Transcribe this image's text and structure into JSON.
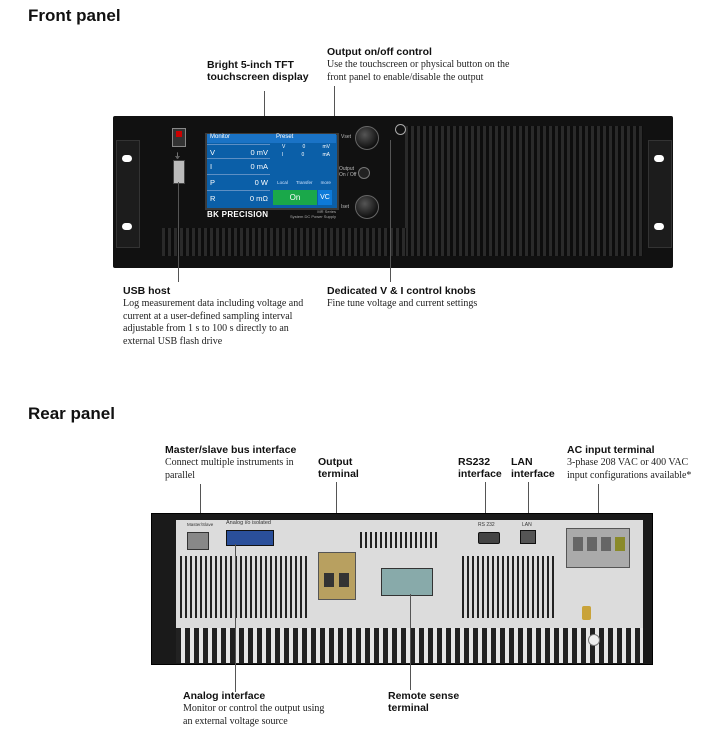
{
  "front": {
    "title": "Front panel",
    "display_label": [
      "Bright 5-inch TFT",
      "touchscreen display"
    ],
    "output_label": "Output on/off control",
    "output_desc": [
      "Use the touchscreen or physical button on the",
      "front panel to enable/disable the output"
    ],
    "usb_label": "USB host",
    "usb_desc": [
      "Log measurement data including voltage and",
      "current at a user-defined sampling interval",
      "adjustable from 1 s to 100 s directly to an",
      "external USB flash drive"
    ],
    "knobs_label": "Dedicated V & I control knobs",
    "knobs_desc": "Fine tune voltage and current settings"
  },
  "screen": {
    "monitor_title": "Monitor",
    "preset_title": "Preset",
    "rows": [
      {
        "k": "V",
        "v": "0 mV"
      },
      {
        "k": "I",
        "v": "0 mA"
      },
      {
        "k": "P",
        "v": "0 W"
      },
      {
        "k": "R",
        "v": "0 mΩ"
      }
    ],
    "preset_v": [
      "V",
      "0",
      "mV"
    ],
    "preset_i": [
      "I",
      "0",
      "mA"
    ],
    "local": "Local",
    "transfer": "Transfer",
    "more": "more",
    "on": "On",
    "vc": "VC",
    "brand": "BK PRECISION",
    "series": [
      "MR Series",
      "System DC Power Supply"
    ],
    "output_onoff": [
      "Output",
      "On / Off"
    ],
    "vset": "Vset",
    "iset": "Iset"
  },
  "rear": {
    "title": "Rear panel",
    "bus_label": "Master/slave bus interface",
    "bus_desc": [
      "Connect multiple instruments in",
      "parallel"
    ],
    "outterm_label": [
      "Output",
      "terminal"
    ],
    "rs232_label": [
      "RS232",
      "interface"
    ],
    "lan_label": [
      "LAN",
      "interface"
    ],
    "ac_label": "AC input terminal",
    "ac_desc": [
      "3-phase 208 VAC or 400 VAC",
      "input configurations available*"
    ],
    "analog_label": "Analog interface",
    "analog_desc": [
      "Monitor or control the output using",
      "an external voltage source"
    ],
    "remote_label": [
      "Remote sense",
      "terminal"
    ],
    "silk_master": "Master/Slave",
    "silk_analog": "Analog i/o isolated",
    "silk_rs232": "RS 232",
    "silk_lan": "LAN"
  }
}
